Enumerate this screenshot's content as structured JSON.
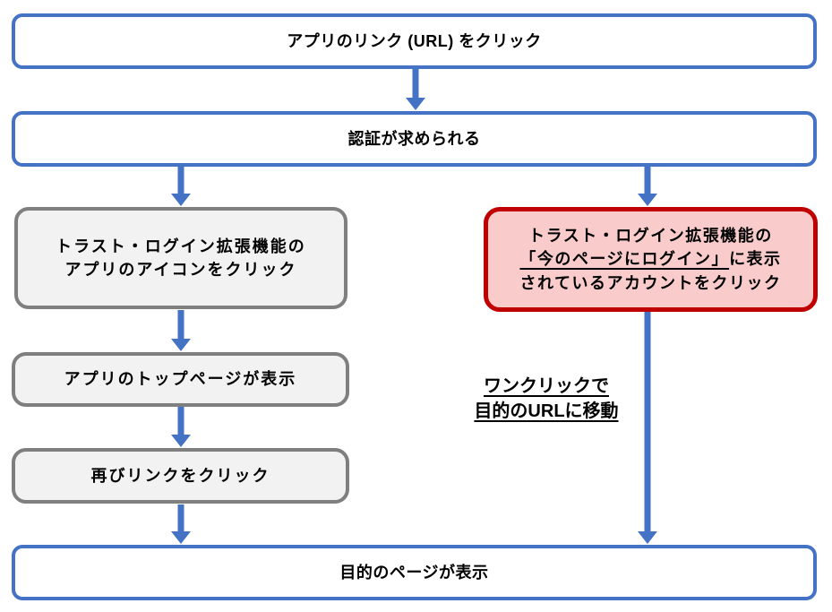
{
  "colors": {
    "blue_border": "#4472C4",
    "gray_border": "#7F7F7F",
    "gray_fill": "#F2F2F2",
    "red_border": "#C00000",
    "red_fill": "#FACBCB",
    "arrow": "#4472C4",
    "text": "#000000",
    "background": "#FFFFFF"
  },
  "nodes": {
    "start": {
      "label": "アプリのリンク (URL) をクリック"
    },
    "auth": {
      "label": "認証が求められる"
    },
    "left_extension_icon": {
      "line1": "トラスト・ログイン拡張機能の",
      "line2": "アプリのアイコンをクリック"
    },
    "left_top_page": {
      "label": "アプリのトップページが表示"
    },
    "left_click_again": {
      "label": "再びリンクをクリック"
    },
    "right_account_click": {
      "line1": "トラスト・ログイン拡張機能の",
      "line2_underline": "「今のページにログイン」",
      "line2_rest": "に表示",
      "line3": "されているアカウントをクリック"
    },
    "end": {
      "label": "目的のページが表示"
    }
  },
  "annotation": {
    "line1": "ワンクリックで",
    "line2": "目的のURLに移動"
  }
}
